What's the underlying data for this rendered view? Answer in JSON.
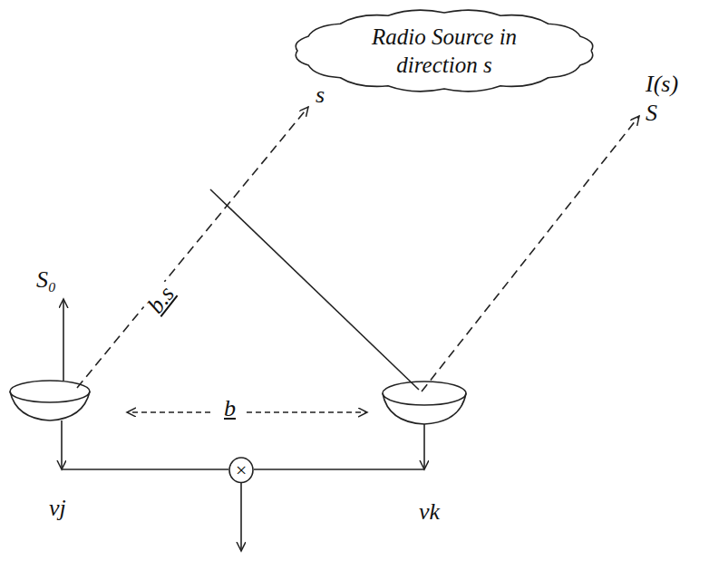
{
  "diagram": {
    "nodes": [
      {
        "text": [
          "Radio Source in direction s"
        ]
      },
      {
        "text": [
          "×"
        ]
      }
    ],
    "labels": [
      "I(s)",
      "s",
      "S",
      "S₀",
      "b.s",
      "b",
      "νj",
      "νk"
    ]
  }
}
